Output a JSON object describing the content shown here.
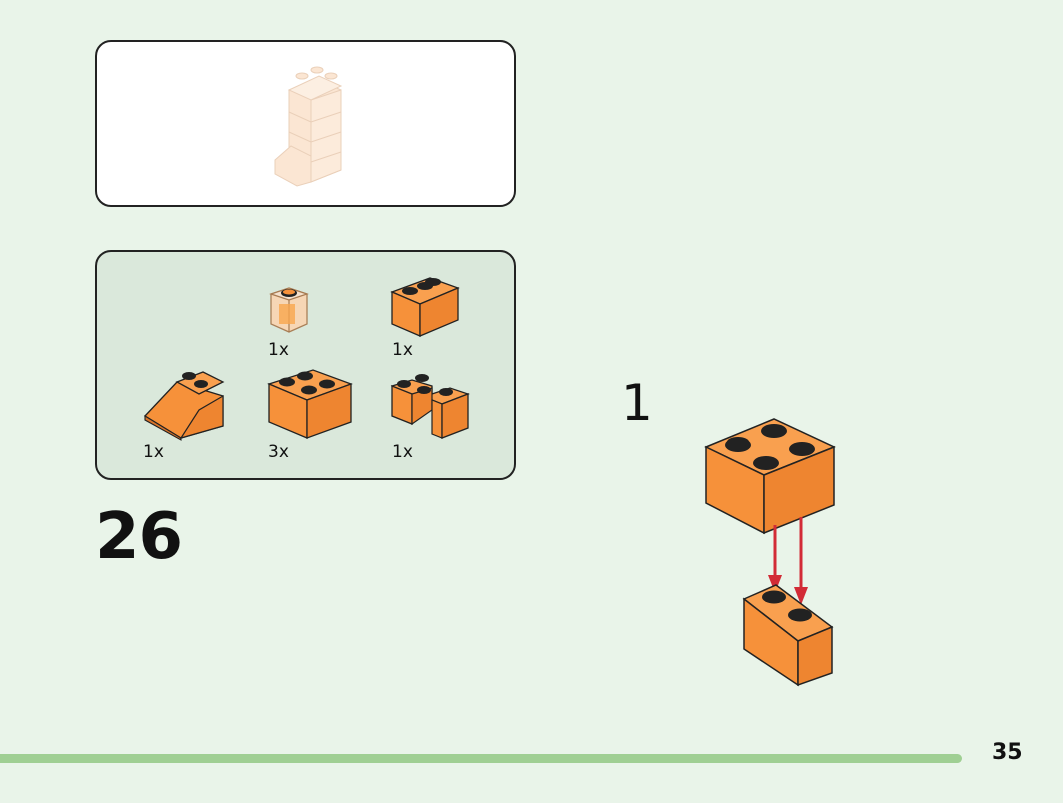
{
  "step": {
    "number": "26",
    "sub_step": "1"
  },
  "parts": [
    {
      "name": "transparent-1x1-brick",
      "quantity": "1x"
    },
    {
      "name": "orange-2x2-brick-low",
      "quantity": "1x"
    },
    {
      "name": "orange-2x2-slope",
      "quantity": "1x"
    },
    {
      "name": "orange-2x2-brick",
      "quantity": "3x"
    },
    {
      "name": "orange-2x2-corner-brick",
      "quantity": "1x"
    }
  ],
  "page": {
    "number": "35"
  },
  "colors": {
    "background": "#e9f4e9",
    "parts_panel": "#dae8db",
    "brick_orange": "#f6913a",
    "arrow_red": "#d22b36",
    "progress": "#9fcf93"
  },
  "progress": {
    "fraction": 0.905
  }
}
